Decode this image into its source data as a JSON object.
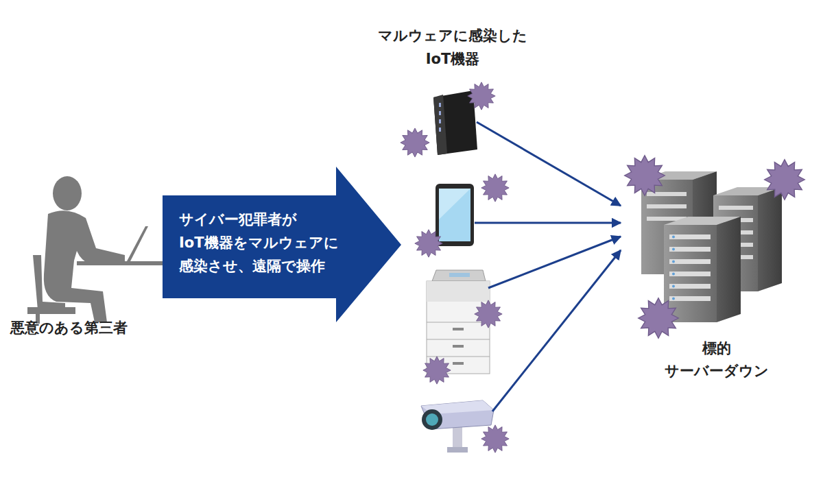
{
  "diagram": {
    "nodes": [
      {
        "text": [
          "悪意のある第三者"
        ]
      },
      {
        "text": [
          "サイバー犯罪者が IoT機器をマルウェアに 感染させ、遠隔で操作"
        ]
      },
      {
        "text": [
          "マルウェアに感染した IoT機器"
        ]
      },
      {
        "text": [
          "標的 サーバーダウン"
        ]
      }
    ],
    "edges": [
      {
        "from": 2,
        "to": 3,
        "arrow": "to"
      }
    ]
  }
}
